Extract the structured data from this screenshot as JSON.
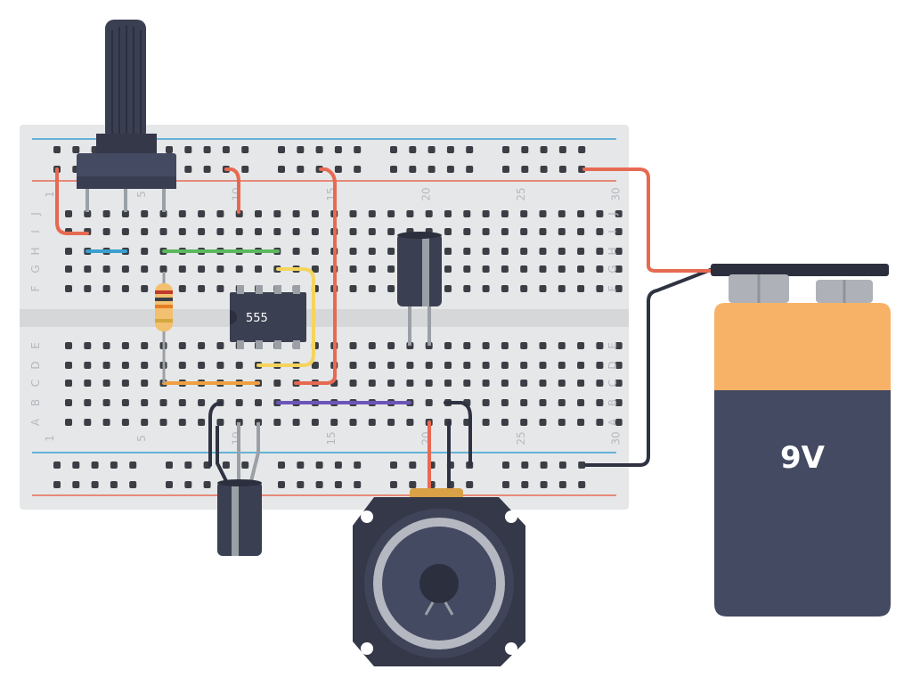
{
  "breadboard": {
    "row_labels": [
      "J",
      "I",
      "H",
      "G",
      "F",
      "E",
      "D",
      "C",
      "B",
      "A"
    ],
    "column_numbers": [
      "1",
      "5",
      "10",
      "15",
      "20",
      "25",
      "30"
    ],
    "colors": {
      "board": "#e6e7e8",
      "rail_red": "#e66a52",
      "rail_blue": "#3aa0d0",
      "hole": "#3b3e45"
    }
  },
  "chip": {
    "label": "555",
    "color": "#3b3f52"
  },
  "battery": {
    "label": "9V",
    "top_color": "#f7b267",
    "bottom_color": "#454a63"
  },
  "components": [
    {
      "name": "potentiometer",
      "icon": "potentiometer-icon"
    },
    {
      "name": "resistor",
      "icon": "resistor-icon"
    },
    {
      "name": "electrolytic-capacitor",
      "icon": "capacitor-icon"
    },
    {
      "name": "speaker",
      "icon": "speaker-icon"
    },
    {
      "name": "battery",
      "icon": "battery-icon"
    }
  ],
  "wire_colors": {
    "red": "#e66a52",
    "black": "#2f3240",
    "blue": "#3aa0d0",
    "green": "#5cb85c",
    "yellow": "#f5d45c",
    "orange": "#f0a040",
    "purple": "#6c55b8"
  }
}
